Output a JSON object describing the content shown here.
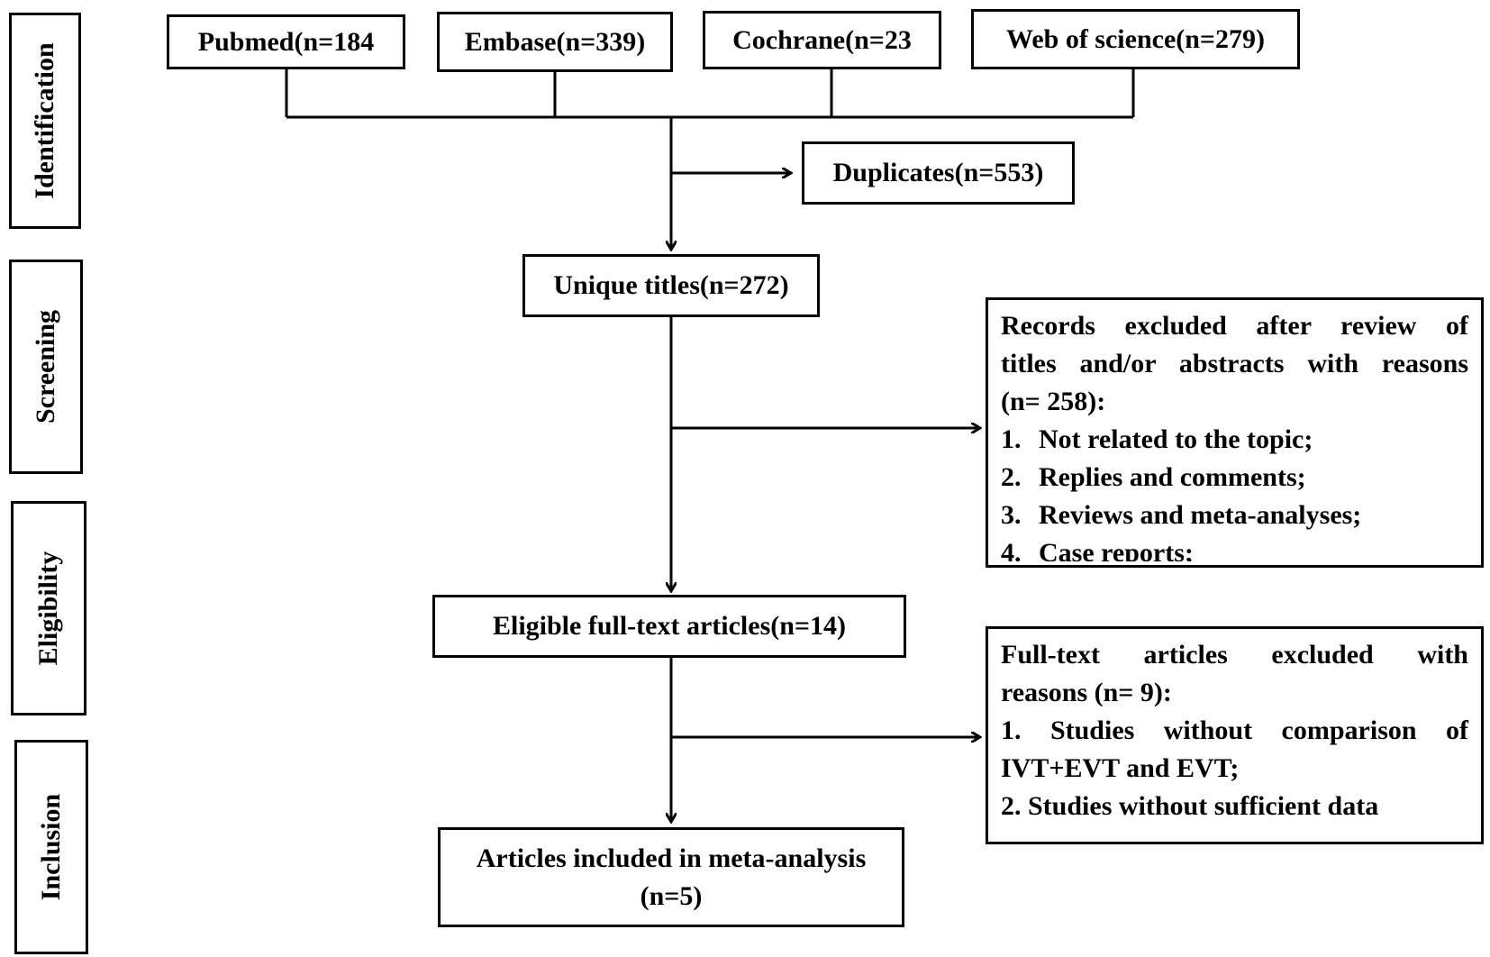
{
  "stages": {
    "identification": "Identification",
    "screening": "Screening",
    "eligibility": "Eligibility",
    "inclusion": "Inclusion"
  },
  "sources": {
    "pubmed": "Pubmed(n=184",
    "embase": "Embase(n=339)",
    "cochrane": "Cochrane(n=23",
    "web_of_science": "Web of science(n=279)"
  },
  "duplicates": "Duplicates(n=553)",
  "unique_titles": "Unique titles(n=272)",
  "screening_exclusion": {
    "line1": "Records excluded after review of",
    "line2": "titles and/or abstracts with reasons",
    "line3": "(n= 258):",
    "items": [
      {
        "num": "1.",
        "text": "Not related to the topic;"
      },
      {
        "num": "2.",
        "text": "Replies and comments;"
      },
      {
        "num": "3.",
        "text": "Reviews and meta-analyses;"
      },
      {
        "num": "4.",
        "text": "Case reports;"
      }
    ]
  },
  "eligible": "Eligible full-text articles(n=14)",
  "fulltext_exclusion": {
    "line1": "Full-text articles excluded with",
    "line2": "reasons (n= 9):",
    "item1_line1": "1. Studies without comparison of",
    "item1_line2": "IVT+EVT and EVT;",
    "item2": "2. Studies without sufficient data"
  },
  "included": {
    "line1": "Articles included in meta-analysis",
    "line2": "(n=5)"
  }
}
